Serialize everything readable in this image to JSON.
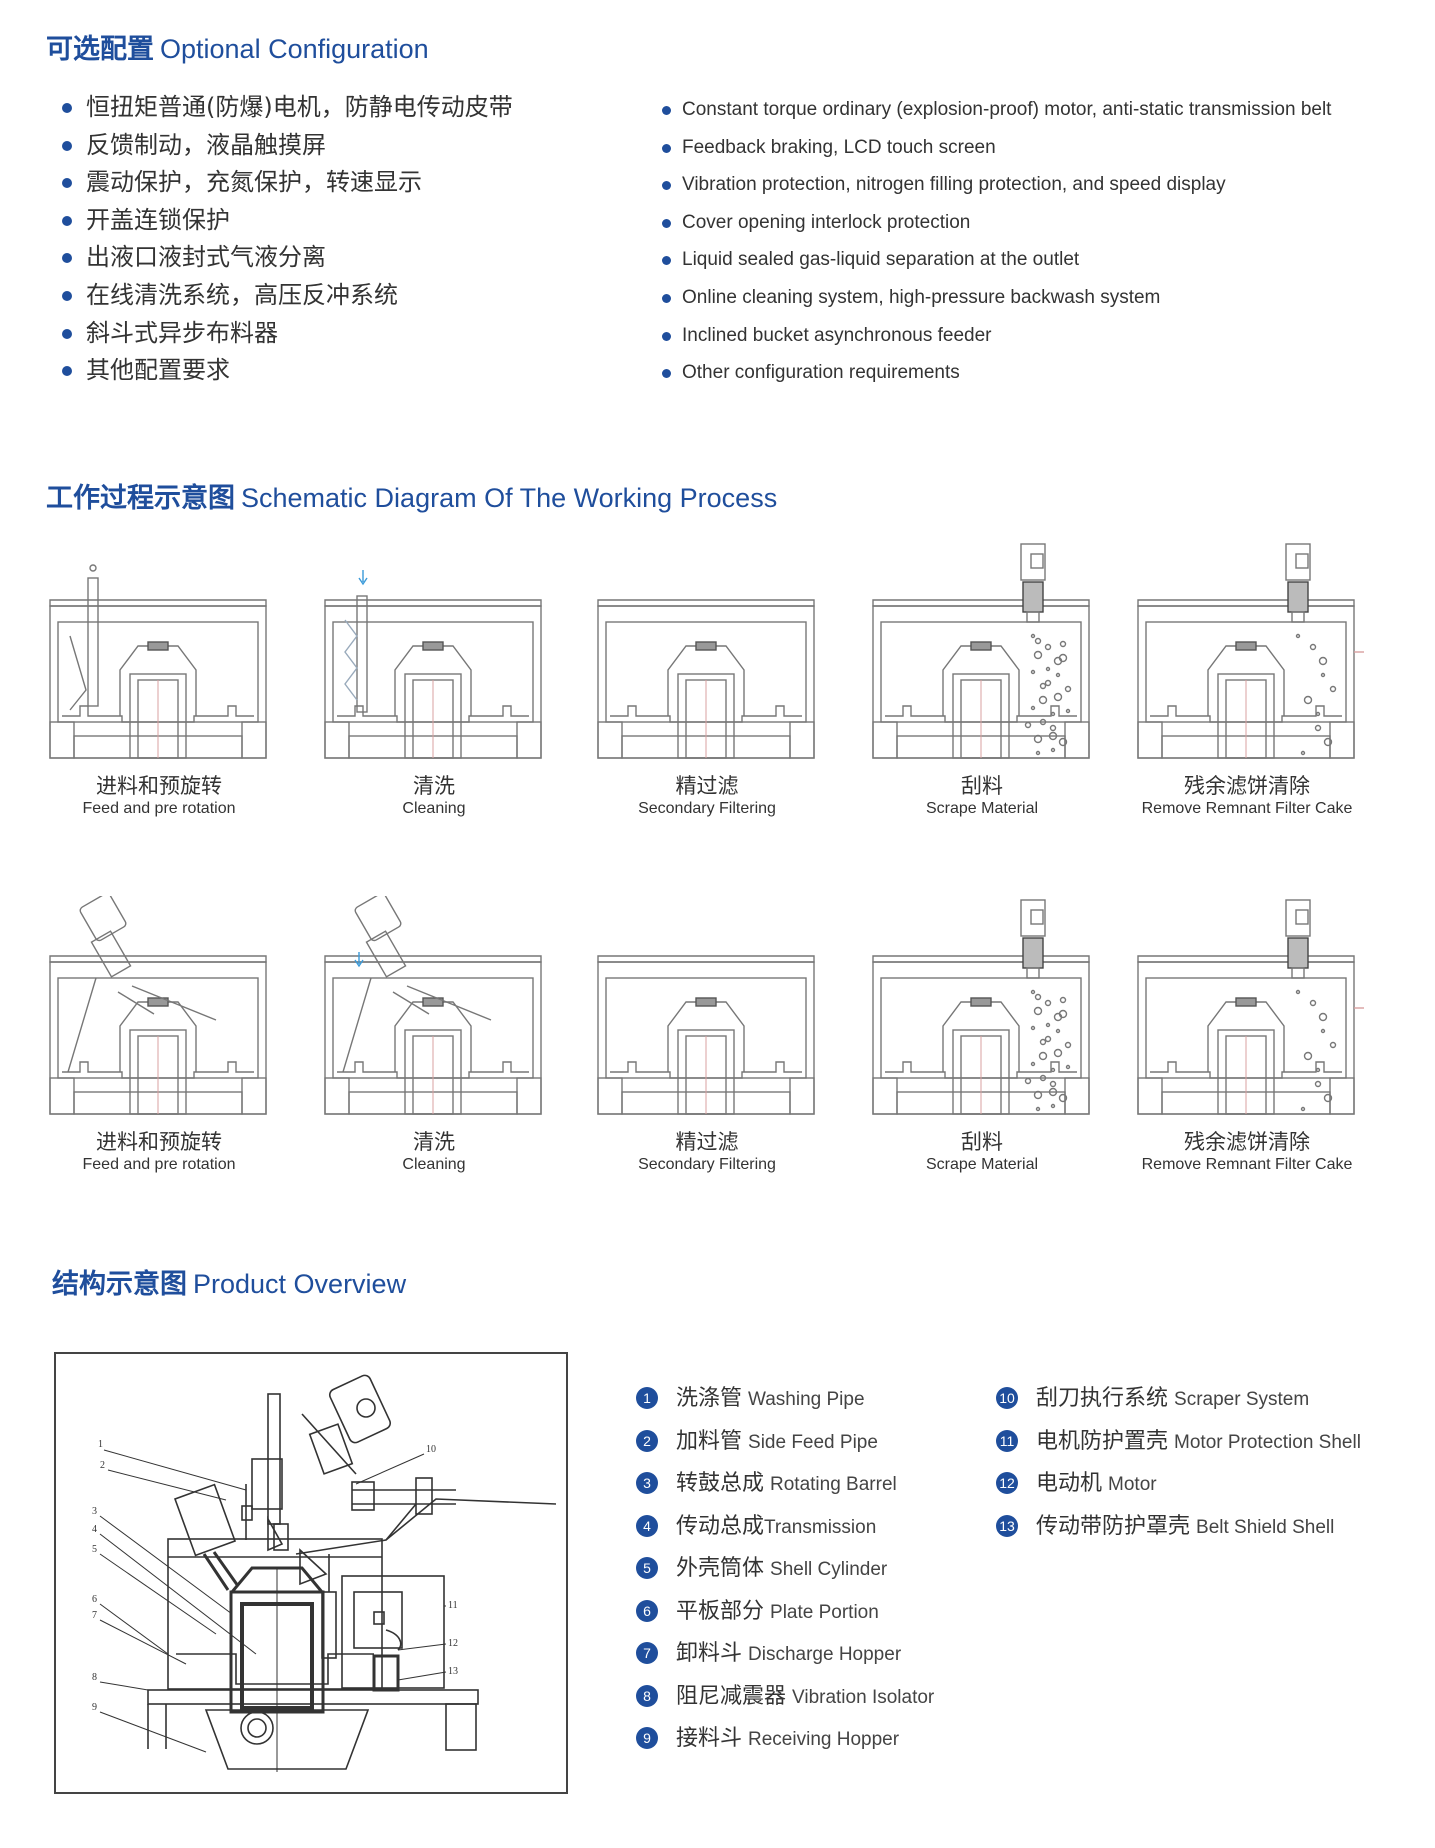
{
  "sections": {
    "optional": {
      "cn": "可选配置",
      "en": "Optional Configuration"
    },
    "process": {
      "cn": "工作过程示意图",
      "en": "Schematic Diagram Of The Working Process"
    },
    "overview": {
      "cn": "结构示意图",
      "en": "Product Overview"
    }
  },
  "config_cn": [
    "恒扭矩普通(防爆)电机，防静电传动皮带",
    "反馈制动，液晶触摸屏",
    "震动保护，充氮保护，转速显示",
    "开盖连锁保护",
    "出液口液封式气液分离",
    "在线清洗系统，高压反冲系统",
    "斜斗式异步布料器",
    "其他配置要求"
  ],
  "config_en": [
    "Constant torque ordinary (explosion-proof) motor, anti-static transmission belt",
    "Feedback braking, LCD touch screen",
    "Vibration protection, nitrogen filling protection, and speed display",
    "Cover opening interlock protection",
    "Liquid sealed gas-liquid separation at the outlet",
    "Online cleaning system, high-pressure backwash system",
    "Inclined bucket asynchronous feeder",
    "Other configuration requirements"
  ],
  "process_steps": [
    {
      "cn": "进料和预旋转",
      "en": "Feed and pre rotation"
    },
    {
      "cn": "清洗",
      "en": "Cleaning"
    },
    {
      "cn": "精过滤",
      "en": "Secondary Filtering"
    },
    {
      "cn": "刮料",
      "en": "Scrape Material"
    },
    {
      "cn": "残余滤饼清除",
      "en": "Remove Remnant Filter Cake"
    }
  ],
  "diagram_labels": [
    "1",
    "2",
    "3",
    "4",
    "5",
    "6",
    "7",
    "8",
    "9",
    "10",
    "11",
    "12",
    "13"
  ],
  "parts": [
    {
      "num": "1",
      "cn": "洗涤管",
      "en": "Washing Pipe"
    },
    {
      "num": "2",
      "cn": "加料管",
      "en": "Side Feed Pipe"
    },
    {
      "num": "3",
      "cn": "转鼓总成",
      "en": "Rotating Barrel"
    },
    {
      "num": "4",
      "cn": "传动总成",
      "en": "Transmission"
    },
    {
      "num": "5",
      "cn": "外壳筒体",
      "en": "Shell Cylinder"
    },
    {
      "num": "6",
      "cn": "平板部分",
      "en": "Plate Portion"
    },
    {
      "num": "7",
      "cn": "卸料斗",
      "en": "Discharge Hopper"
    },
    {
      "num": "8",
      "cn": "阻尼减震器",
      "en": "Vibration Isolator"
    },
    {
      "num": "9",
      "cn": "接料斗",
      "en": "Receiving Hopper"
    },
    {
      "num": "10",
      "cn": "刮刀执行系统",
      "en": "Scraper System"
    },
    {
      "num": "11",
      "cn": "电机防护置壳",
      "en": "Motor Protection Shell"
    },
    {
      "num": "12",
      "cn": "电动机",
      "en": "Motor"
    },
    {
      "num": "13",
      "cn": "传动带防护罩壳",
      "en": "Belt Shield Shell"
    }
  ],
  "colors": {
    "accent": "#1f4e9c",
    "text": "#333333",
    "line": "#777777"
  }
}
